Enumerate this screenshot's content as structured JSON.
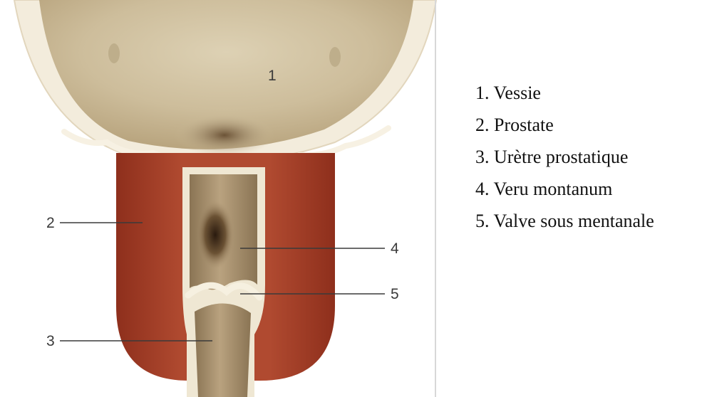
{
  "diagram": {
    "markers": {
      "bladder": "1",
      "prostate": "2",
      "urethra": "3",
      "veru": "4",
      "valve": "5"
    },
    "colors": {
      "prostate": "#a8402a",
      "urethra_wall": "#efe7d3",
      "urethra_lumen": "#a68f6e",
      "bladder_mucosa": "#d4c6a6",
      "bladder_wall": "#f3ecdc"
    }
  },
  "legend": {
    "items": [
      {
        "label": "1. Vessie"
      },
      {
        "label": "2. Prostate"
      },
      {
        "label": "3. Urètre prostatique"
      },
      {
        "label": "4. Veru montanum"
      },
      {
        "label": "5. Valve sous mentanale"
      }
    ]
  }
}
